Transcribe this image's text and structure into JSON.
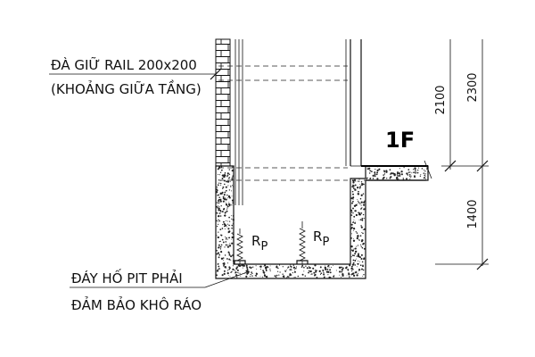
{
  "labels": {
    "rail_beam_line1": "ĐÀ GIỮ RAIL 200x200",
    "rail_beam_line2": "(KHOẢNG GIỮA TẦNG)",
    "pit_floor_line1": "ĐÁY HỐ PIT PHẢI",
    "pit_floor_line2": "ĐẢM BẢO KHÔ RÁO",
    "floor_level": "1F",
    "buffer_symbol": "R",
    "buffer_subscript": "P"
  },
  "dimensions": {
    "dim_2100": "2100",
    "dim_2300": "2300",
    "dim_1400": "1400"
  },
  "colors": {
    "line": "#111111",
    "concrete_fill": "#ffffff",
    "speckle": "#222222",
    "background": "#ffffff"
  }
}
